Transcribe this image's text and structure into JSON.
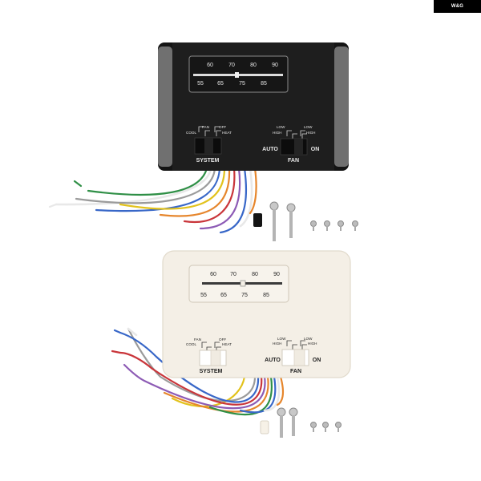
{
  "brand": {
    "mark": "W&G"
  },
  "black_unit": {
    "scale_top": [
      "60",
      "70",
      "80",
      "90"
    ],
    "scale_bottom": [
      "55",
      "65",
      "75",
      "85"
    ],
    "system": {
      "title": "SYSTEM",
      "left_top": "FAN",
      "left_bottom": "COOL",
      "right_top": "OFF",
      "right_bottom": "HEAT"
    },
    "fan": {
      "title": "FAN",
      "left_top": "LOW",
      "left_bottom": "HIGH",
      "right_top": "LOW",
      "right_bottom": "HIGH",
      "auto": "AUTO",
      "on": "ON"
    }
  },
  "white_unit": {
    "scale_top": [
      "60",
      "70",
      "80",
      "90"
    ],
    "scale_bottom": [
      "55",
      "65",
      "75",
      "85"
    ],
    "system": {
      "title": "SYSTEM",
      "left_top": "FAN",
      "left_bottom": "COOL",
      "right_top": "OFF",
      "right_bottom": "HEAT"
    },
    "fan": {
      "title": "FAN",
      "left_top": "LOW",
      "left_bottom": "HIGH",
      "right_top": "LOW",
      "right_bottom": "HIGH",
      "auto": "AUTO",
      "on": "ON"
    }
  },
  "colors": {
    "black_case": "#1b1b1b",
    "white_case": "#f4efe6",
    "wire_white": "#e8e8e8",
    "wire_green": "#2f8f46",
    "wire_blue": "#3867c8",
    "wire_yellow": "#e2c21c",
    "wire_orange": "#e6862c",
    "wire_red": "#c9353a",
    "wire_purple": "#8d5bb5",
    "wire_gray": "#9b9b9b"
  }
}
